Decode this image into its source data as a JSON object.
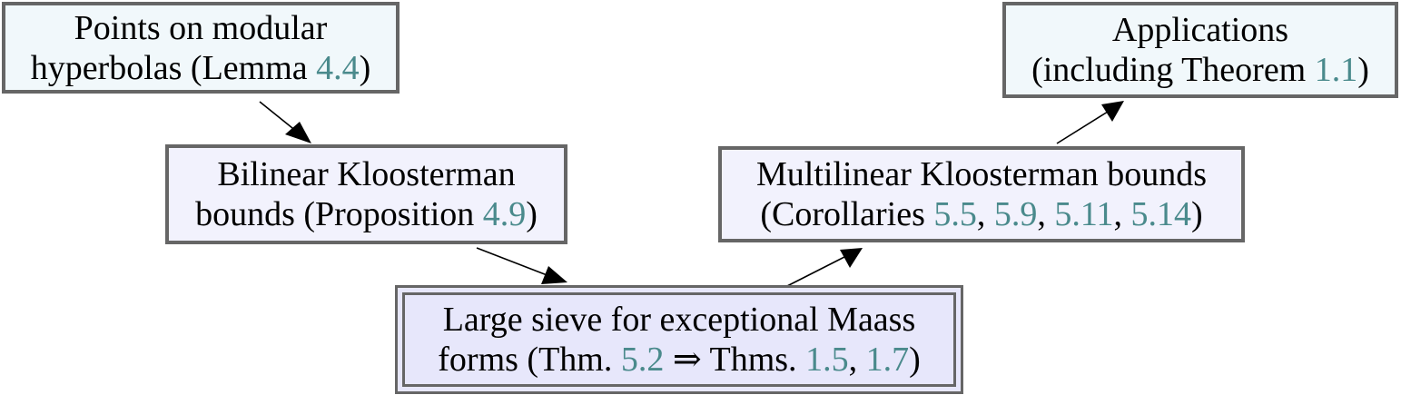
{
  "nodes": {
    "points": {
      "line1": "Points on modular",
      "line2_pre": "hyperbolas (Lemma ",
      "line2_ref": "4.4",
      "line2_post": ")"
    },
    "applications": {
      "line1": "Applications",
      "line2_pre": "(including Theorem ",
      "line2_ref": "1.1",
      "line2_post": ")"
    },
    "bilinear": {
      "line1": "Bilinear Kloosterman",
      "line2_pre": "bounds (Proposition ",
      "line2_ref": "4.9",
      "line2_post": ")"
    },
    "multilinear": {
      "line1": "Multilinear Kloosterman bounds",
      "line2_pre": "(Corollaries ",
      "refs": [
        "5.5",
        "5.9",
        "5.11",
        "5.14"
      ],
      "sep": ", ",
      "line2_post": ")"
    },
    "sieve": {
      "line1": "Large sieve for exceptional Maass",
      "line2_pre": "forms (Thm. ",
      "ref1": "5.2",
      "implies": " ⇒ Thms. ",
      "ref2": "1.5",
      "sep": ", ",
      "ref3": "1.7",
      "line2_post": ")"
    }
  },
  "colors": {
    "reference_link": "#4a8a8c",
    "border": "#666666",
    "fill_light_cyan": "#f1f8fb",
    "fill_light_lavender": "#f2f2fd",
    "fill_lavender": "#e7e7fb"
  }
}
